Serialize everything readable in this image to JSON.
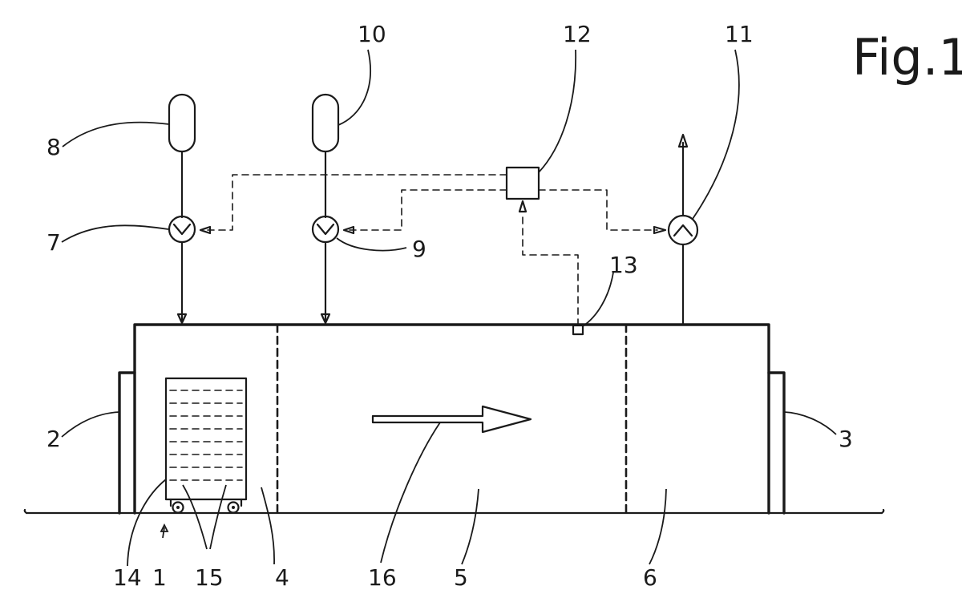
{
  "figure": {
    "title": "Fig.1"
  },
  "labels": {
    "l1": "1",
    "l2": "2",
    "l3": "3",
    "l4": "4",
    "l5": "5",
    "l6": "6",
    "l7": "7",
    "l8": "8",
    "l9": "9",
    "l10": "10",
    "l11": "11",
    "l12": "12",
    "l13": "13",
    "l14": "14",
    "l15": "15",
    "l16": "16"
  }
}
